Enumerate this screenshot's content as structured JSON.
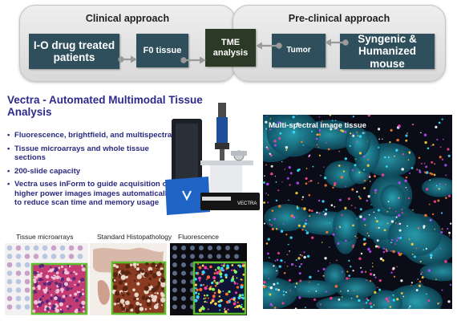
{
  "workflow": {
    "clinical_title": "Clinical approach",
    "preclinical_title": "Pre-clinical approach",
    "io_patients": "I-O drug treated patients",
    "f0_tissue": "F0 tissue",
    "tme_analysis": "TME analysis",
    "tumor": "Tumor",
    "mouse_model": "Syngenic & Humanized mouse"
  },
  "vectra": {
    "title": "Vectra - Automated Multimodal Tissue Analysis",
    "bullets": [
      "Fluorescence, brightfield, and multispectral",
      "Tissue microarrays and whole tissue sections",
      "200-slide capacity",
      "Vectra uses inForm to guide acquisition of higher power images images automatically, to reduce scan time and memory usage"
    ],
    "instrument_brand": "VECTRA"
  },
  "thumbnails": {
    "microarrays": "Tissue microarrays",
    "histopathology": "Standard Histopathology",
    "fluorescence": "Fluorescence"
  },
  "multispectral_label": "Multi-spectral image tissue",
  "colors": {
    "box_fill": "#2f4f5c",
    "tme_fill": "#2b3a26",
    "title_blue": "#2d2a8c",
    "arrow_gray": "#9a9a9a",
    "inset_border": "#5cbf2a"
  }
}
